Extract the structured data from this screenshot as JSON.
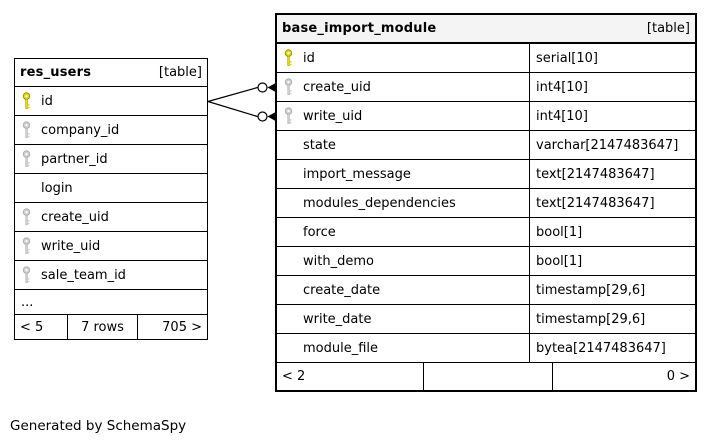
{
  "page": {
    "footer_note": "Generated by SchemaSpy",
    "background": "#ffffff"
  },
  "colors": {
    "primary_key": "#e8d900",
    "primary_key_outline": "#8f8500",
    "foreign_key": "#cfcfcf",
    "foreign_key_outline": "#a8a8a8",
    "selected_header_bg": "#f4f4f4",
    "border": "#000000"
  },
  "tables": {
    "res_users": {
      "name": "res_users",
      "badge": "[table]",
      "columns": [
        {
          "name": "id",
          "key": "primary"
        },
        {
          "name": "company_id",
          "key": "foreign"
        },
        {
          "name": "partner_id",
          "key": "foreign"
        },
        {
          "name": "login",
          "key": "none"
        },
        {
          "name": "create_uid",
          "key": "foreign"
        },
        {
          "name": "write_uid",
          "key": "foreign"
        },
        {
          "name": "sale_team_id",
          "key": "foreign"
        },
        {
          "name": "...",
          "key": "none"
        }
      ],
      "footer": {
        "left": "< 5",
        "center": "7 rows",
        "right": "705 >"
      }
    },
    "base_import_module": {
      "name": "base_import_module",
      "badge": "[table]",
      "columns": [
        {
          "name": "id",
          "type": "serial[10]",
          "key": "primary"
        },
        {
          "name": "create_uid",
          "type": "int4[10]",
          "key": "foreign"
        },
        {
          "name": "write_uid",
          "type": "int4[10]",
          "key": "foreign"
        },
        {
          "name": "state",
          "type": "varchar[2147483647]",
          "key": "none"
        },
        {
          "name": "import_message",
          "type": "text[2147483647]",
          "key": "none"
        },
        {
          "name": "modules_dependencies",
          "type": "text[2147483647]",
          "key": "none"
        },
        {
          "name": "force",
          "type": "bool[1]",
          "key": "none"
        },
        {
          "name": "with_demo",
          "type": "bool[1]",
          "key": "none"
        },
        {
          "name": "create_date",
          "type": "timestamp[29,6]",
          "key": "none"
        },
        {
          "name": "write_date",
          "type": "timestamp[29,6]",
          "key": "none"
        },
        {
          "name": "module_file",
          "type": "bytea[2147483647]",
          "key": "none"
        }
      ],
      "footer": {
        "left": "< 2",
        "center": "",
        "right": "0 >"
      }
    }
  },
  "relationships": [
    {
      "from": "res_users.id",
      "to": "base_import_module.create_uid",
      "marker": "open-dot-arrow"
    },
    {
      "from": "res_users.id",
      "to": "base_import_module.write_uid",
      "marker": "open-dot-arrow"
    }
  ]
}
